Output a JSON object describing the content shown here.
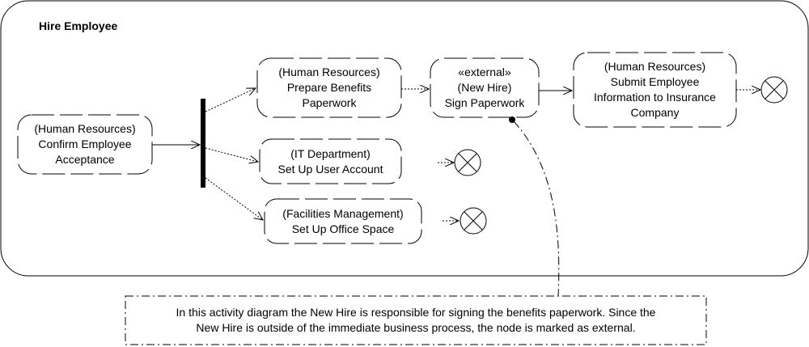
{
  "activity": {
    "title": "Hire Employee"
  },
  "nodes": {
    "confirm": {
      "lines": [
        "(Human Resources)",
        "Confirm Employee",
        "Acceptance"
      ]
    },
    "benefits": {
      "lines": [
        "(Human Resources)",
        "Prepare Benefits",
        "Paperwork"
      ]
    },
    "sign": {
      "lines": [
        "«external»",
        "(New Hire)",
        "Sign Paperwork"
      ]
    },
    "insurance": {
      "lines": [
        "(Human Resources)",
        "Submit Employee",
        "Information to Insurance",
        "Company"
      ]
    },
    "account": {
      "lines": [
        "(IT Department)",
        "Set Up User Account"
      ]
    },
    "office": {
      "lines": [
        "(Facilities Management)",
        "Set Up Office Space"
      ]
    }
  },
  "note": {
    "lines": [
      "In this activity diagram the New Hire is responsible for signing the benefits paperwork. Since the",
      "New Hire is outside of the immediate business process, the node is marked as external."
    ]
  }
}
